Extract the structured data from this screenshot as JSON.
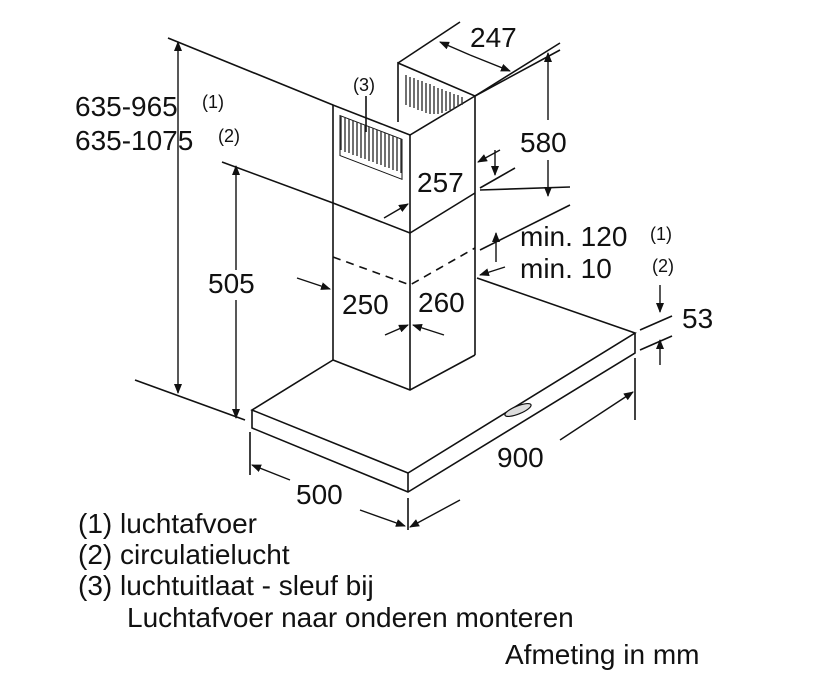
{
  "dimensions": {
    "total_height_1": "635-965",
    "total_height_1_note": "(1)",
    "total_height_2": "635-1075",
    "total_height_2_note": "(2)",
    "chimney_lower_height": "505",
    "vent_note": "(3)",
    "upper_width": "247",
    "upper_height": "580",
    "upper_depth": "257",
    "min_120": "min. 120",
    "min_120_note": "(1)",
    "min_10": "min. 10",
    "min_10_note": "(2)",
    "lower_width": "250",
    "lower_depth": "260",
    "hood_thickness": "53",
    "hood_width": "900",
    "hood_depth": "500"
  },
  "legend": [
    "(1) luchtafvoer",
    "(2) circulatielucht",
    "(3) luchtuitlaat - sleuf bij",
    "Luchtafvoer naar onderen monteren"
  ],
  "unit_note": "Afmeting in mm"
}
